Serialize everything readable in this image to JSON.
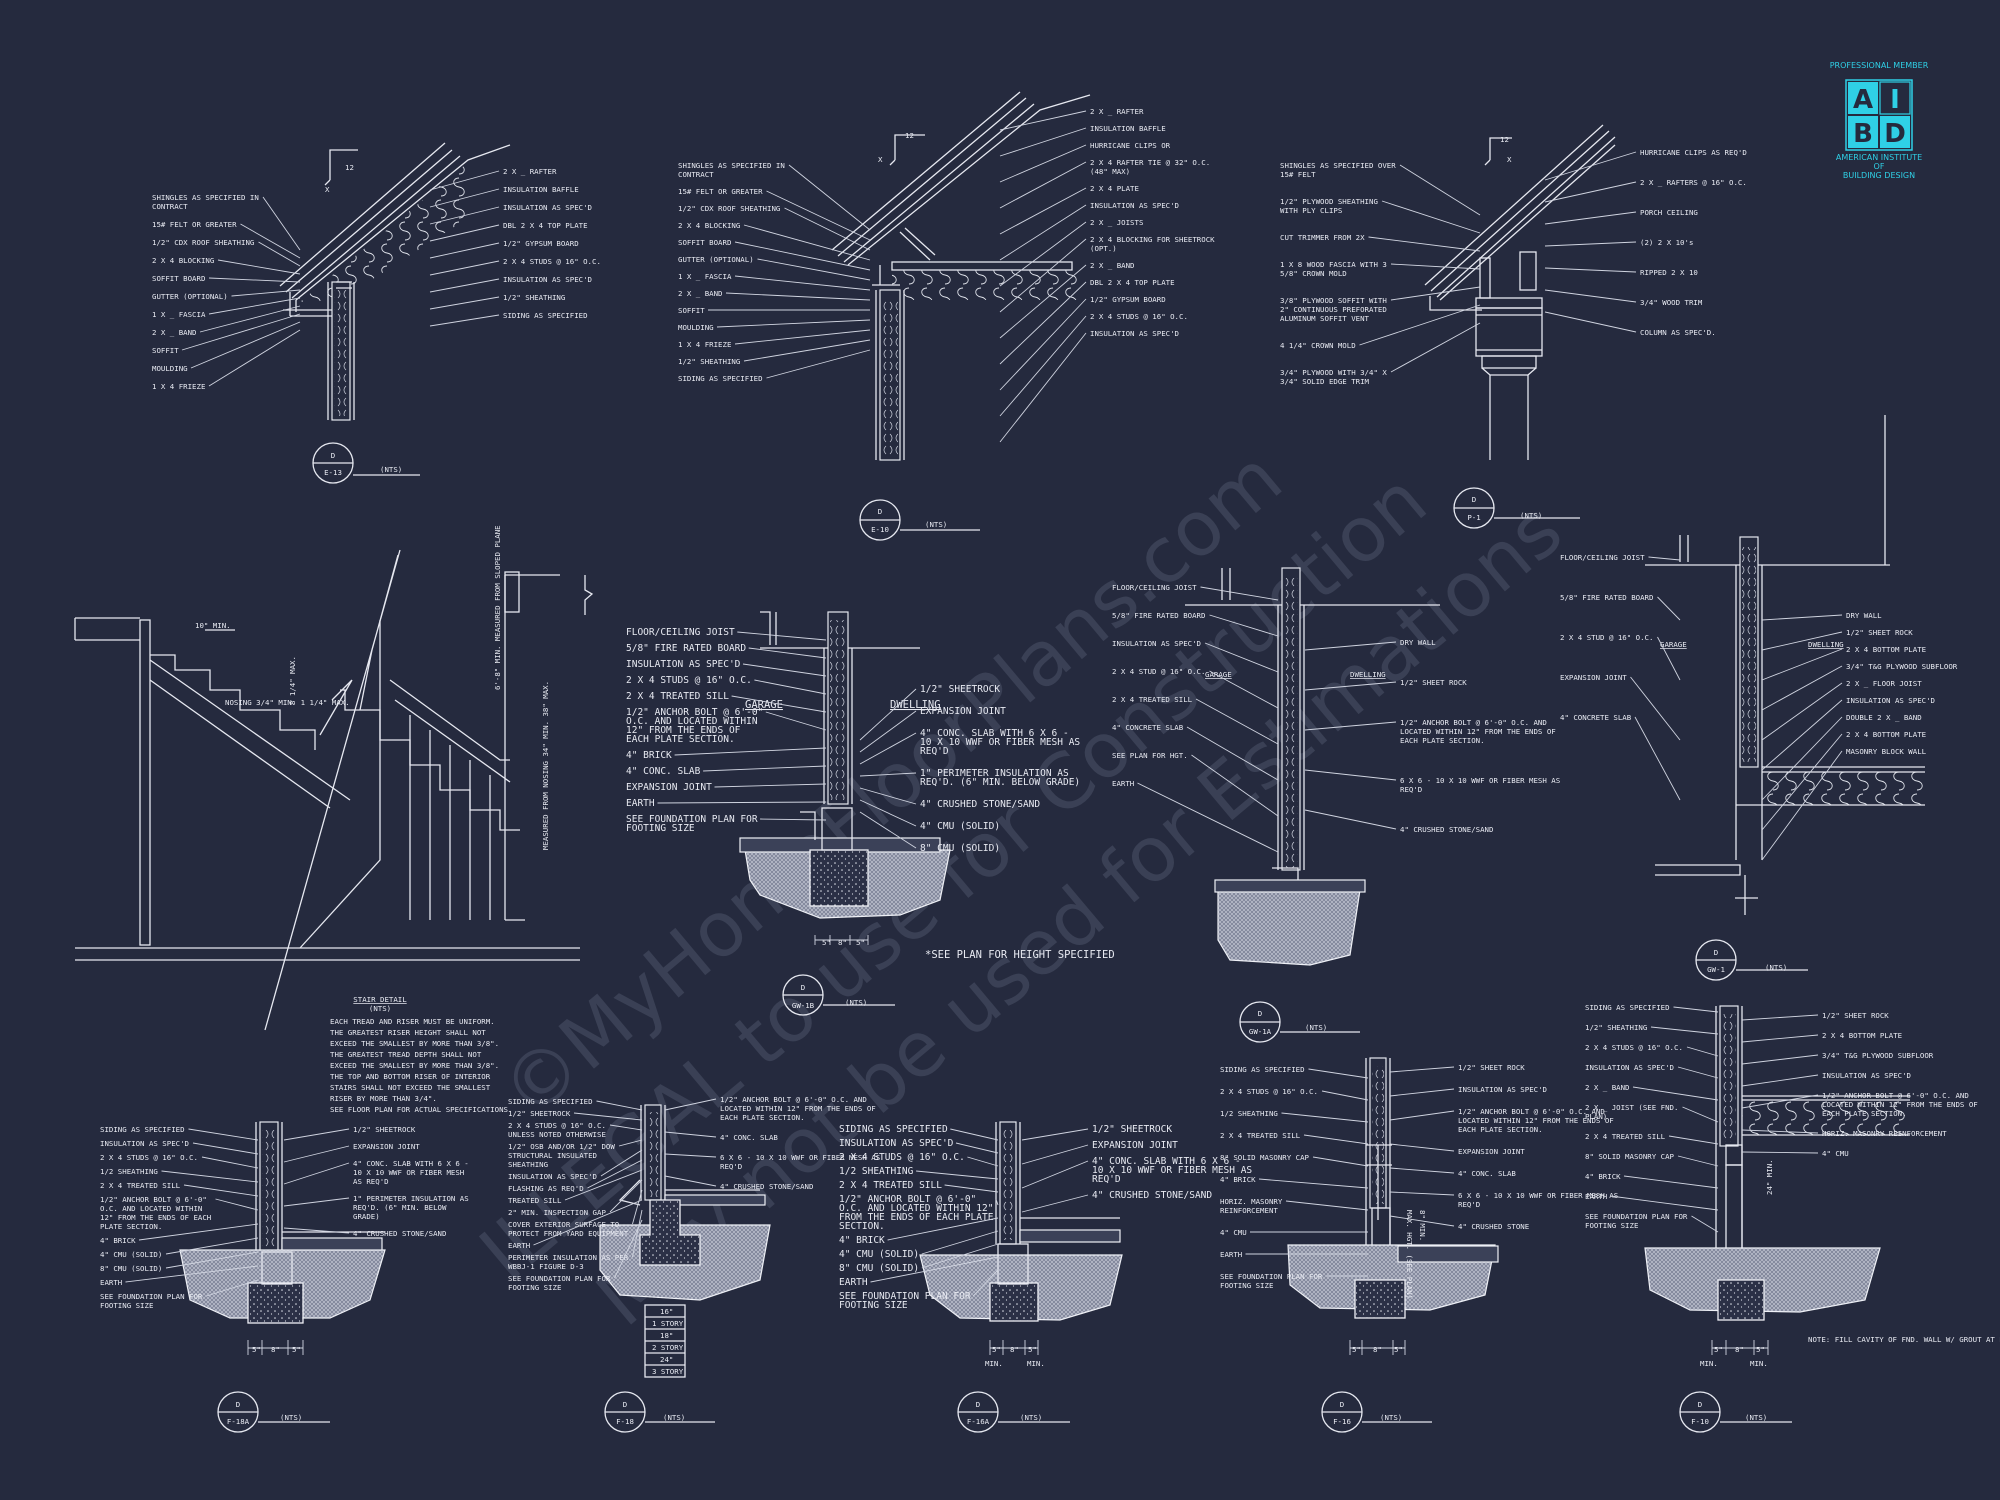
{
  "logo": {
    "top_text": "PROFESSIONAL MEMBER",
    "letters": [
      "A",
      "I",
      "B",
      "D"
    ],
    "bottom_line1": "AMERICAN INSTITUTE",
    "bottom_line2": "OF",
    "bottom_line3": "BUILDING DESIGN",
    "color": "#2fd0e6"
  },
  "watermark": {
    "line1": "ILLEGAL to use for Construction",
    "line2": "May not be used for Estimations",
    "line3": "©MyHomeFloorPlans.com"
  },
  "common": {
    "sheet": "D",
    "nts": "(NTS)"
  },
  "detail_e13": {
    "ref": "E-13",
    "pitch": "12",
    "left_labels": [
      "SHINGLES AS SPECIFIED IN CONTRACT",
      "15# FELT OR GREATER",
      "1/2\" CDX ROOF SHEATHING",
      "2 X 4 BLOCKING",
      "SOFFIT BOARD",
      "GUTTER (OPTIONAL)",
      "1 X _ FASCIA",
      "2 X _ BAND",
      "SOFFIT",
      "MOULDING",
      "1 X 4 FRIEZE"
    ],
    "right_labels": [
      "2 X _ RAFTER",
      "INSULATION BAFFLE",
      "INSULATION AS SPEC'D",
      "DBL 2 X 4 TOP PLATE",
      "1/2\" GYPSUM BOARD",
      "2 X 4 STUDS @ 16\" O.C.",
      "INSULATION AS SPEC'D",
      "1/2\" SHEATHING",
      "SIDING AS SPECIFIED"
    ]
  },
  "detail_e10": {
    "ref": "E-10",
    "pitch": "12",
    "left_labels": [
      "SHINGLES AS SPECIFIED IN CONTRACT",
      "15# FELT OR GREATER",
      "1/2\" CDX ROOF SHEATHING",
      "2 X 4 BLOCKING",
      "SOFFIT BOARD",
      "GUTTER (OPTIONAL)",
      "1 X _ FASCIA",
      "2 X _ BAND",
      "SOFFIT",
      "MOULDING",
      "1 X 4 FRIEZE",
      "1/2\" SHEATHING",
      "SIDING AS SPECIFIED"
    ],
    "right_labels": [
      "2 X _ RAFTER",
      "INSULATION BAFFLE",
      "HURRICANE CLIPS OR",
      "2 X 4 RAFTER TIE @ 32\" O.C. (48\" MAX)",
      "2 X 4 PLATE",
      "INSULATION AS SPEC'D",
      "2 X _ JOISTS",
      "2 X 4 BLOCKING FOR SHEETROCK (OPT.)",
      "2 X _ BAND",
      "DBL 2 X 4 TOP PLATE",
      "1/2\" GYPSUM BOARD",
      "2 X 4 STUDS @ 16\" O.C.",
      "INSULATION AS SPEC'D"
    ]
  },
  "detail_p1": {
    "ref": "P-1",
    "pitch": "12",
    "left_labels": [
      "SHINGLES AS SPECIFIED OVER 15# FELT",
      "1/2\" PLYWOOD SHEATHING WITH PLY CLIPS",
      "CUT TRIMMER FROM 2X",
      "1 X 8 WOOD FASCIA WITH 3 5/8\" CROWN MOLD",
      "3/8\" PLYWOOD SOFFIT WITH 2\" CONTINUOUS PREFORATED ALUMINUM SOFFIT VENT",
      "4 1/4\" CROWN MOLD",
      "3/4\" PLYWOOD WITH 3/4\" X 3/4\" SOLID EDGE TRIM"
    ],
    "right_labels": [
      "HURRICANE CLIPS AS REQ'D",
      "2 X _ RAFTERS @ 16\" O.C.",
      "PORCH CEILING",
      "(2) 2 X 10's",
      "RIPPED 2 X 10",
      "3/4\" WOOD TRIM",
      "COLUMN AS SPEC'D."
    ]
  },
  "stair": {
    "title": "STAIR DETAIL",
    "dims": [
      "10\" MIN.",
      "NOSING 3/4\" MIN. 1 1/4\" MAX.",
      "8 1/4\" MAX.",
      "6'-8\" MIN. MEASURED FROM SLOPED PLANE",
      "MEASURED FROM NOSING 34\" MIN. 38\" MAX."
    ],
    "notes": [
      "EACH TREAD AND RISER MUST BE UNIFORM.",
      "THE GREATEST RISER HEIGHT SHALL NOT",
      "EXCEED THE SMALLEST BY MORE THAN 3/8\".",
      "THE GREATEST TREAD DEPTH SHALL NOT",
      "EXCEED THE SMALLEST BY MORE THAN 3/8\".",
      "THE TOP AND BOTTOM RISER OF INTERIOR",
      "STAIRS SHALL NOT EXCEED THE SMALLEST",
      "RISER BY MORE THAN 3/4\".",
      "SEE FLOOR PLAN FOR ACTUAL SPECIFICATIONS."
    ]
  },
  "detail_gw1b": {
    "ref": "GW-1B",
    "left_labels": [
      "FLOOR/CEILING JOIST",
      "5/8\" FIRE RATED BOARD",
      "INSULATION AS SPEC'D",
      "2 X 4 STUDS @ 16\" O.C.",
      "2 X 4 TREATED SILL",
      "1/2\" ANCHOR BOLT @ 6'-0\" O.C. AND LOCATED WITHIN 12\" FROM THE ENDS OF EACH PLATE SECTION.",
      "4\" BRICK",
      "4\" CONC. SLAB",
      "EXPANSION JOINT",
      "EARTH",
      "SEE FOUNDATION PLAN FOR FOOTING SIZE"
    ],
    "right_labels": [
      "1/2\" SHEETROCK",
      "EXPANSION JOINT",
      "4\" CONC. SLAB WITH 6 X 6 - 10 X 10 WWF OR FIBER MESH AS REQ'D",
      "1\" PERIMETER INSULATION AS REQ'D. (6\" MIN. BELOW GRADE)",
      "4\" CRUSHED STONE/SAND",
      "4\" CMU (SOLID)",
      "8\" CMU (SOLID)"
    ],
    "garage": "GARAGE",
    "dwelling": "DWELLING",
    "note": "*SEE PLAN FOR HEIGHT SPECIFIED",
    "dims": [
      "5\"",
      "8\"",
      "5\""
    ]
  },
  "detail_gw1a": {
    "ref": "GW-1A",
    "left_labels": [
      "FLOOR/CEILING JOIST",
      "5/8\" FIRE RATED BOARD",
      "INSULATION AS SPEC'D",
      "2 X 4 STUD @ 16\" O.C.",
      "2 X 4 TREATED SILL",
      "4\" CONCRETE SLAB",
      "SEE PLAN FOR HGT.",
      "EARTH"
    ],
    "right_labels": [
      "DRY WALL",
      "1/2\" SHEET ROCK",
      "1/2\" ANCHOR BOLT @ 6'-0\" O.C. AND LOCATED WITHIN 12\" FROM THE ENDS OF EACH PLATE SECTION.",
      "6 X 6 - 10 X 10 WWF OR FIBER MESH AS REQ'D",
      "4\" CRUSHED STONE/SAND"
    ],
    "garage": "GARAGE",
    "dwelling": "DWELLING"
  },
  "detail_gw1": {
    "ref": "GW-1",
    "left_labels": [
      "FLOOR/CEILING JOIST",
      "5/8\" FIRE RATED BOARD",
      "2 X 4 STUD @ 16\" O.C.",
      "EXPANSION JOINT",
      "4\" CONCRETE SLAB"
    ],
    "right_labels": [
      "DRY WALL",
      "1/2\" SHEET ROCK",
      "2 X 4 BOTTOM PLATE",
      "3/4\" T&G PLYWOOD SUBFLOOR",
      "2 X _ FLOOR JOIST",
      "INSULATION AS SPEC'D",
      "DOUBLE 2 X _ BAND",
      "2 X 4 BOTTOM PLATE",
      "MASONRY BLOCK WALL"
    ],
    "garage": "GARAGE",
    "dwelling": "DWELLING"
  },
  "detail_f18a": {
    "ref": "F-18A",
    "left_labels": [
      "SIDING AS SPECIFIED",
      "INSULATION AS SPEC'D",
      "2 X 4 STUDS @ 16\" O.C.",
      "1/2 SHEATHING",
      "2 X 4 TREATED SILL",
      "1/2\" ANCHOR BOLT @ 6'-0\" O.C. AND LOCATED WITHIN 12\" FROM THE ENDS OF EACH PLATE SECTION.",
      "4\" BRICK",
      "4\" CMU (SOLID)",
      "8\" CMU (SOLID)",
      "EARTH",
      "SEE FOUNDATION PLAN FOR FOOTING SIZE"
    ],
    "right_labels": [
      "1/2\" SHEETROCK",
      "EXPANSION JOINT",
      "4\" CONC. SLAB WITH 6 X 6 - 10 X 10 WWF OR FIBER MESH AS REQ'D",
      "1\" PERIMETER INSULATION AS REQ'D. (6\" MIN. BELOW GRADE)",
      "4\" CRUSHED STONE/SAND"
    ],
    "dims": [
      "5\"",
      "8\"",
      "5\""
    ]
  },
  "detail_f18": {
    "ref": "F-18",
    "left_labels": [
      "SIDING AS SPECIFIED",
      "1/2\" SHEETROCK",
      "2 X 4 STUDS @ 16\" O.C. UNLESS NOTED OTHERWISE",
      "1/2\" OSB AND/OR 1/2\" DOW STRUCTURAL INSULATED SHEATHING",
      "INSULATION AS SPEC'D",
      "FLASHING AS REQ'D",
      "TREATED SILL",
      "2\" MIN. INSPECTION GAP",
      "COVER EXTERIOR SURFACE TO PROTECT FROM YARD EQUIPMENT",
      "EARTH",
      "PERIMETER INSULATION AS PER WBBJ-1 FIGURE D-3",
      "SEE FOUNDATION PLAN FOR FOOTING SIZE"
    ],
    "right_labels": [
      "1/2\" ANCHOR BOLT @ 6'-0\" O.C. AND LOCATED WITHIN 12\" FROM THE ENDS OF EACH PLATE SECTION.",
      "4\" CONC. SLAB",
      "6 X 6 - 10 X 10 WWF OR FIBER MESH AS REQ'D",
      "4\" CRUSHED STONE/SAND"
    ],
    "table": [
      "16\"",
      "1 STORY",
      "18\"",
      "2 STORY",
      "24\"",
      "3 STORY"
    ]
  },
  "detail_f16a": {
    "ref": "F-16A",
    "left_labels": [
      "SIDING AS SPECIFIED",
      "INSULATION AS SPEC'D",
      "2 X 4 STUDS @ 16\" O.C.",
      "1/2 SHEATHING",
      "2 X 4 TREATED SILL",
      "1/2\" ANCHOR BOLT @ 6'-0\" O.C. AND LOCATED WITHIN 12\" FROM THE ENDS OF EACH PLATE SECTION.",
      "4\" BRICK",
      "4\" CMU (SOLID)",
      "8\" CMU (SOLID)",
      "EARTH",
      "SEE FOUNDATION PLAN FOR FOOTING SIZE"
    ],
    "right_labels": [
      "1/2\" SHEETROCK",
      "EXPANSION JOINT",
      "4\" CONC. SLAB WITH 6 X 6 - 10 X 10 WWF OR FIBER MESH AS REQ'D",
      "4\" CRUSHED STONE/SAND"
    ],
    "dims": [
      "5\"",
      "8\"",
      "5\"",
      "MIN.",
      "MIN."
    ]
  },
  "detail_f16": {
    "ref": "F-16",
    "left_labels": [
      "SIDING AS SPECIFIED",
      "2 X 4 STUDS @ 16\" O.C.",
      "1/2 SHEATHING",
      "2 X 4 TREATED SILL",
      "8\" SOLID MASONRY CAP",
      "4\" BRICK",
      "HORIZ. MASONRY REINFORCEMENT",
      "4\" CMU",
      "EARTH",
      "SEE FOUNDATION PLAN FOR FOOTING SIZE"
    ],
    "right_labels": [
      "1/2\" SHEET ROCK",
      "INSULATION AS SPEC'D",
      "1/2\" ANCHOR BOLT @ 6'-0\" O.C. AND LOCATED WITHIN 12\" FROM THE ENDS OF EACH PLATE SECTION.",
      "EXPANSION JOINT",
      "4\" CONC. SLAB",
      "6 X 6 - 10 X 10 WWF OR FIBER MESH AS REQ'D",
      "4\" CRUSHED STONE"
    ],
    "dims": [
      "5\"",
      "8\"",
      "5\"",
      "MAX. HGT. (SEE PLAN)",
      "8\" MIN."
    ]
  },
  "detail_f10": {
    "ref": "F-10",
    "left_labels": [
      "SIDING AS SPECIFIED",
      "1/2\" SHEATHING",
      "2 X 4 STUDS @ 16\" O.C.",
      "INSULATION AS SPEC'D",
      "2 X _ BAND",
      "2 X _ JOIST (SEE FND. PLAN)",
      "2 X 4 TREATED SILL",
      "8\" SOLID MASONRY CAP",
      "4\" BRICK",
      "EARTH",
      "SEE FOUNDATION PLAN FOR FOOTING SIZE"
    ],
    "right_labels": [
      "1/2\" SHEET ROCK",
      "2 X 4 BOTTOM PLATE",
      "3/4\" T&G PLYWOOD SUBFLOOR",
      "INSULATION AS SPEC'D",
      "1/2\" ANCHOR BOLT @ 6'-0\" O.C. AND LOCATED WITHIN 12\" FROM THE ENDS OF EACH PLATE SECTION.",
      "HORIZ. MASONRY REINFORCEMENT",
      "4\" CMU"
    ],
    "dims": [
      "5\"",
      "8\"",
      "5\"",
      "MIN.",
      "MIN.",
      "24\" MIN."
    ],
    "note": "NOTE: FILL CAVITY OF FND. WALL W/ GROUT AT BELOW GRADE"
  }
}
